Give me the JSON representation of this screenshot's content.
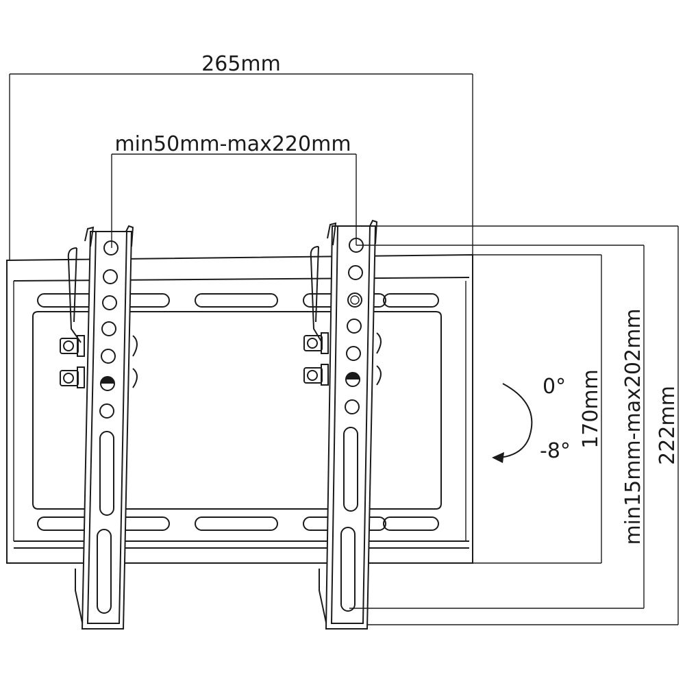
{
  "dimensions": {
    "overall_width": "265mm",
    "vesa_horizontal": "min50mm-max220mm",
    "wall_plate_height": "170mm",
    "vesa_vertical": "min15mm-max202mm",
    "overall_height": "222mm"
  },
  "tilt": {
    "upper": "0°",
    "lower": "-8°"
  },
  "colors": {
    "line": "#1a1a1a",
    "background": "#ffffff"
  }
}
